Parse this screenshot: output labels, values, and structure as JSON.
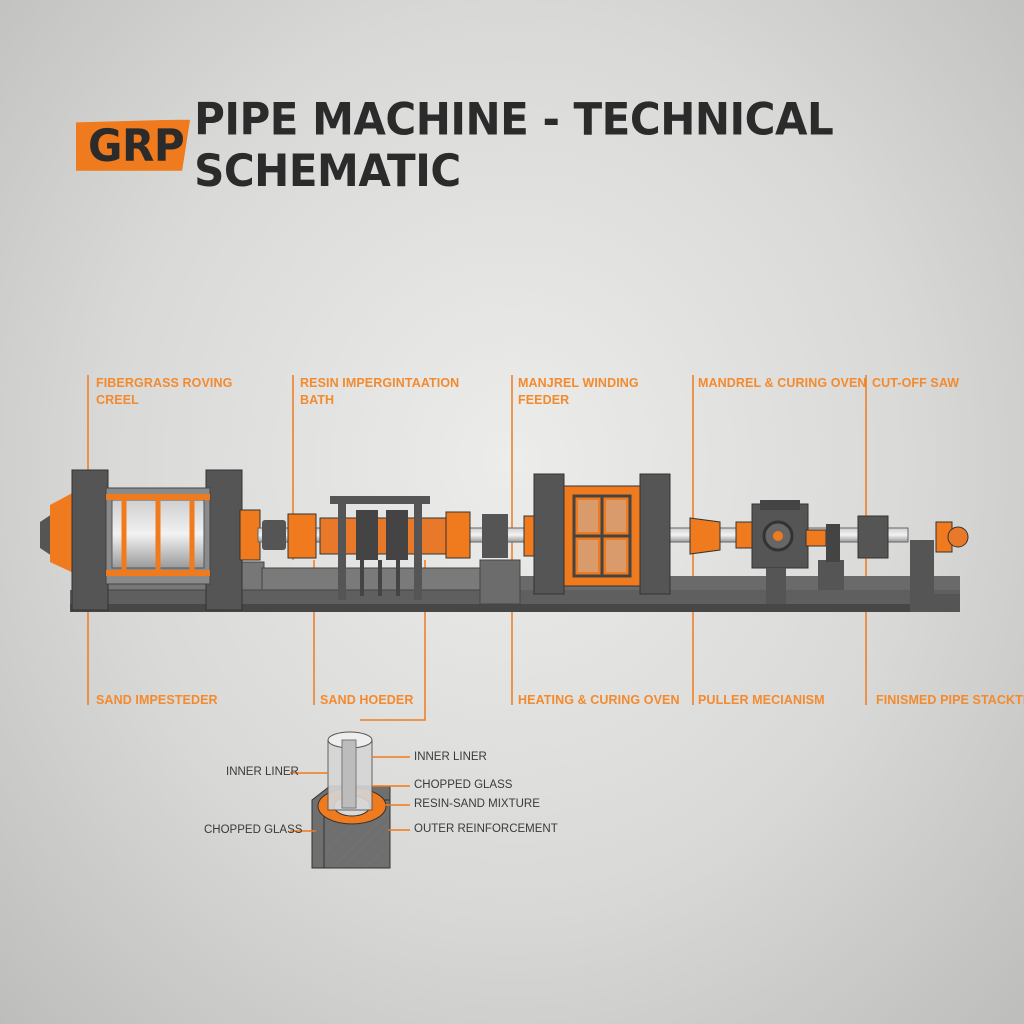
{
  "title": {
    "accent": "GRP",
    "rest": "PIPE MACHINE - TECHNICAL SCHEMATIC"
  },
  "labels_top": [
    {
      "line1": "FIBERGRASS ROVING",
      "line2": "CREEL"
    },
    {
      "line1": "RESIN IMPERGINTAATION",
      "line2": "BATH"
    },
    {
      "line1": "MANJREL WINDING",
      "line2": "FEEDER"
    },
    {
      "line1": "MANDREL & CURING OVEN",
      "line2": ""
    },
    {
      "line1": "CUT-OFF SAW",
      "line2": ""
    }
  ],
  "labels_bottom": [
    "SAND IMPESTEDER",
    "SAND HOEDER",
    "HEATING & CURING OVEN",
    "PULLER MECIANISM",
    "FINISMED PIPE STACKTER"
  ],
  "detail": {
    "inner_liner_left": "INNER LINER",
    "chopped_glass_left": "CHOPPED GLASS",
    "inner_liner_right": "INNER LINER",
    "chopped_glass_right": "CHOPPED GLASS",
    "resin_sand": "RESIN-SAND MIXTURE",
    "outer_reinforcement": "OUTER REINFORCEMENT"
  },
  "colors": {
    "accent": "#f07a1e",
    "steel": "#6f6f6f",
    "dark": "#3d3d3d"
  }
}
